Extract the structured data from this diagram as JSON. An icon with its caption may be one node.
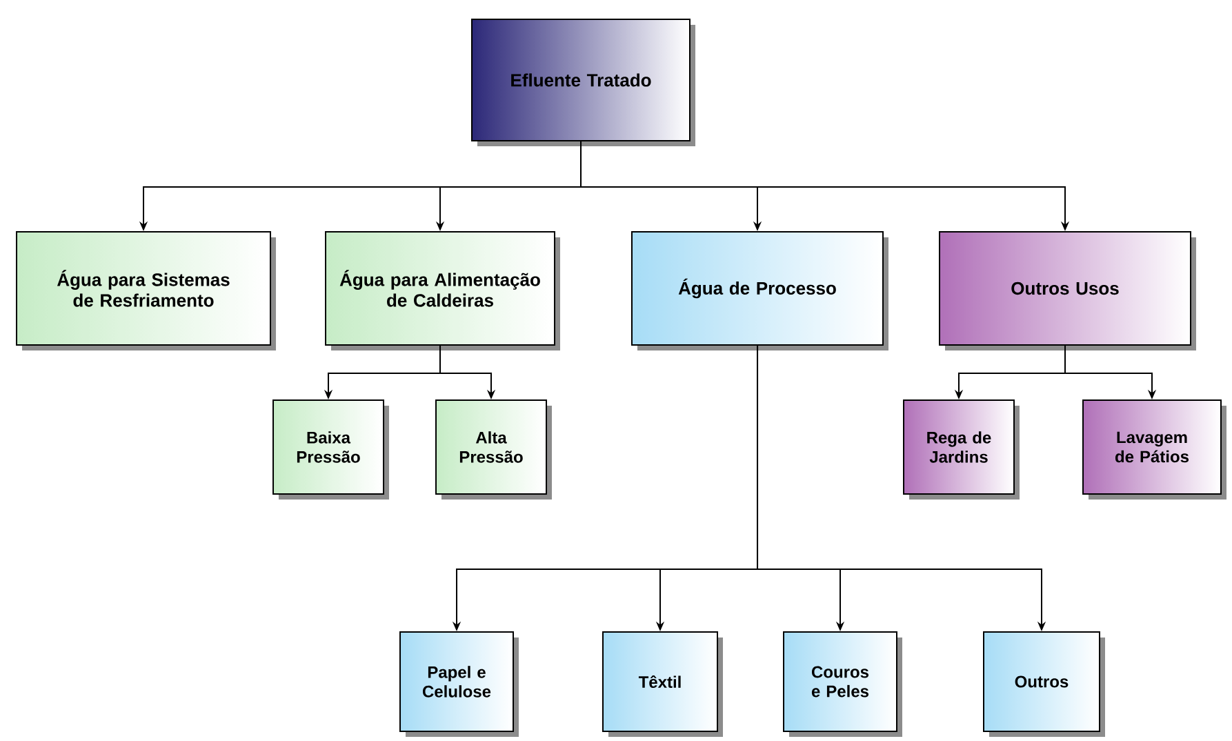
{
  "diagram": {
    "nodes": [
      {
        "text": [
          "Efluente Tratado"
        ]
      },
      {
        "text": [
          "Água para Sistemas de Resfriamento"
        ]
      },
      {
        "text": [
          "Água para Alimentação de Caldeiras"
        ]
      },
      {
        "text": [
          "Água de Processo"
        ]
      },
      {
        "text": [
          "Outros Usos"
        ]
      },
      {
        "text": [
          "Baixa Pressão"
        ]
      },
      {
        "text": [
          "Alta Pressão"
        ]
      },
      {
        "text": [
          "Rega de Jardins"
        ]
      },
      {
        "text": [
          "Lavagem de Pátios"
        ]
      },
      {
        "text": [
          "Papel e Celulose"
        ]
      },
      {
        "text": [
          "Têxtil"
        ]
      },
      {
        "text": [
          "Couros e Peles"
        ]
      },
      {
        "text": [
          "Outros"
        ]
      }
    ],
    "edges": [
      {
        "from": 0,
        "to": 1,
        "arrow": "to"
      },
      {
        "from": 0,
        "to": 2,
        "arrow": "to"
      },
      {
        "from": 0,
        "to": 3,
        "arrow": "to"
      },
      {
        "from": 0,
        "to": 4,
        "arrow": "to"
      },
      {
        "from": 2,
        "to": 5,
        "arrow": "to"
      },
      {
        "from": 2,
        "to": 6,
        "arrow": "to"
      },
      {
        "from": 4,
        "to": 7,
        "arrow": "to"
      },
      {
        "from": 4,
        "to": 8,
        "arrow": "to"
      },
      {
        "from": 3,
        "to": 9,
        "arrow": "to"
      },
      {
        "from": 3,
        "to": 10,
        "arrow": "to"
      },
      {
        "from": 3,
        "to": 11,
        "arrow": "to"
      },
      {
        "from": 3,
        "to": 12,
        "arrow": "to"
      }
    ]
  }
}
